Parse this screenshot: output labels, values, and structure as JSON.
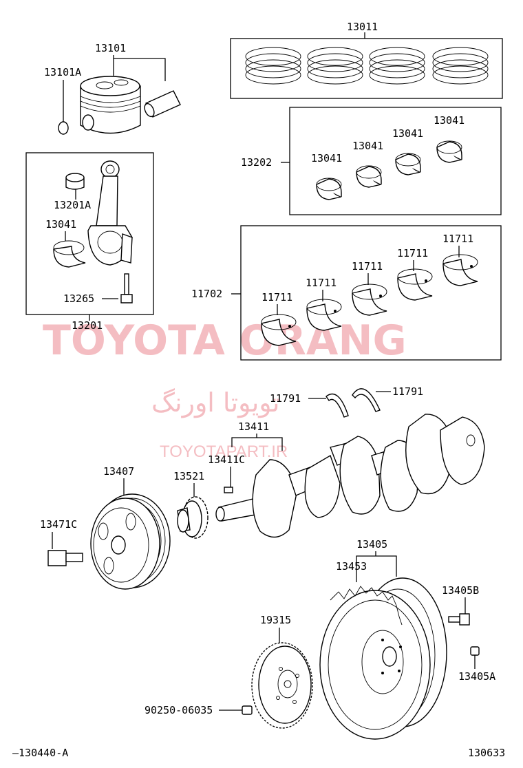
{
  "labels": {
    "l13011": "13011",
    "l13101": "13101",
    "l13101a": "13101A",
    "l13202": "13202",
    "l13041_a": "13041",
    "l13041_b": "13041",
    "l13041_c": "13041",
    "l13041_d": "13041",
    "l13201a": "13201A",
    "l13041_rod": "13041",
    "l13265": "13265",
    "l13201": "13201",
    "l11702": "11702",
    "l11711_a": "11711",
    "l11711_b": "11711",
    "l11711_c": "11711",
    "l11711_d": "11711",
    "l11711_e": "11711",
    "l11791_left": "11791",
    "l11791_right": "11791",
    "l13411": "13411",
    "l13411c": "13411C",
    "l13407": "13407",
    "l13521": "13521",
    "l13471c": "13471C",
    "l13405": "13405",
    "l13453": "13453",
    "l13405b": "13405B",
    "l19315": "19315",
    "l13405a": "13405A",
    "l90250": "90250-06035",
    "l130440": "—130440-A",
    "l130633": "130633"
  },
  "watermark": {
    "brand": "TOYOTA ORANG",
    "persian": "تویوتا اورنگ",
    "url": "TOYOTAPART.IR"
  }
}
